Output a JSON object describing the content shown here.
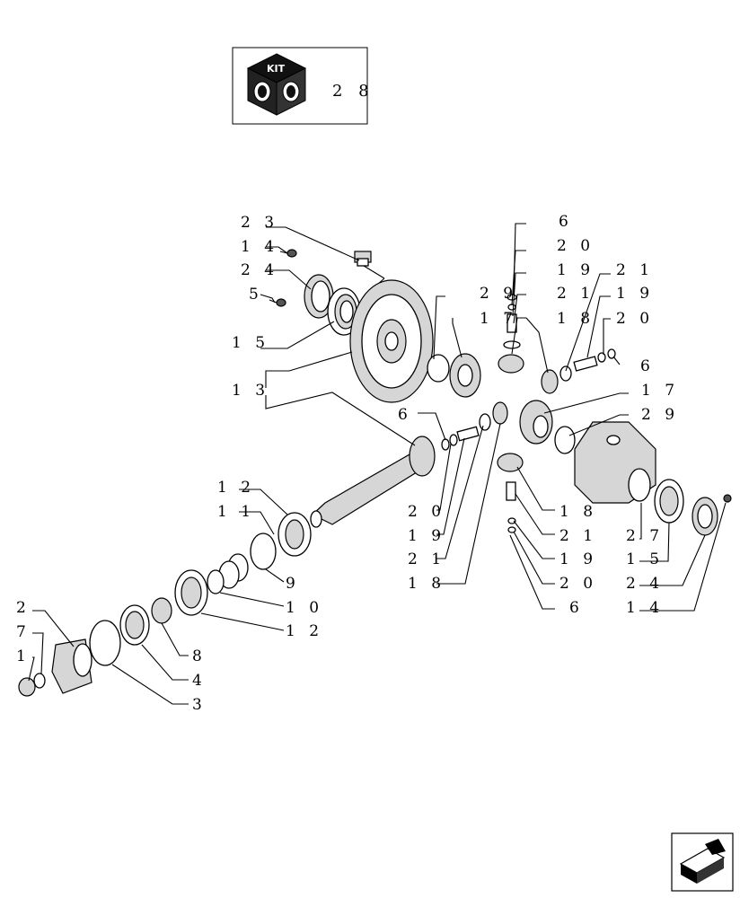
{
  "kit": {
    "label": "KIT",
    "number": "2 8"
  },
  "labels": {
    "l23": "2 3",
    "l14a": "1 4",
    "l24a": "2 4",
    "l5": "5",
    "l15a": "1 5",
    "l13": "1 3",
    "l6a": "6",
    "l20a": "2 0",
    "l19a": "1 9",
    "l21a": "2 1",
    "l29a": "2 9",
    "l17a": "1 7",
    "l18a": "1 8",
    "l21b": "2 1",
    "l19b": "1 9",
    "l20b": "2 0",
    "l6b": "6",
    "l17b": "1 7",
    "l29b": "2 9",
    "l6c": "6",
    "l20c": "2 0",
    "l19c": "1 9",
    "l21c": "2 1",
    "l18c": "1 8",
    "l18d": "1 8",
    "l21d": "2 1",
    "l19d": "1 9",
    "l20d": "2 0",
    "l6d": "6",
    "l27": "2 7",
    "l15b": "1 5",
    "l24b": "2 4",
    "l14b": "1 4",
    "l12a": "1 2",
    "l11": "1 1",
    "l9": "9",
    "l10": "1 0",
    "l12b": "1 2",
    "l8": "8",
    "l4": "4",
    "l3": "3",
    "l2": "2",
    "l7": "7",
    "l1": "1"
  }
}
